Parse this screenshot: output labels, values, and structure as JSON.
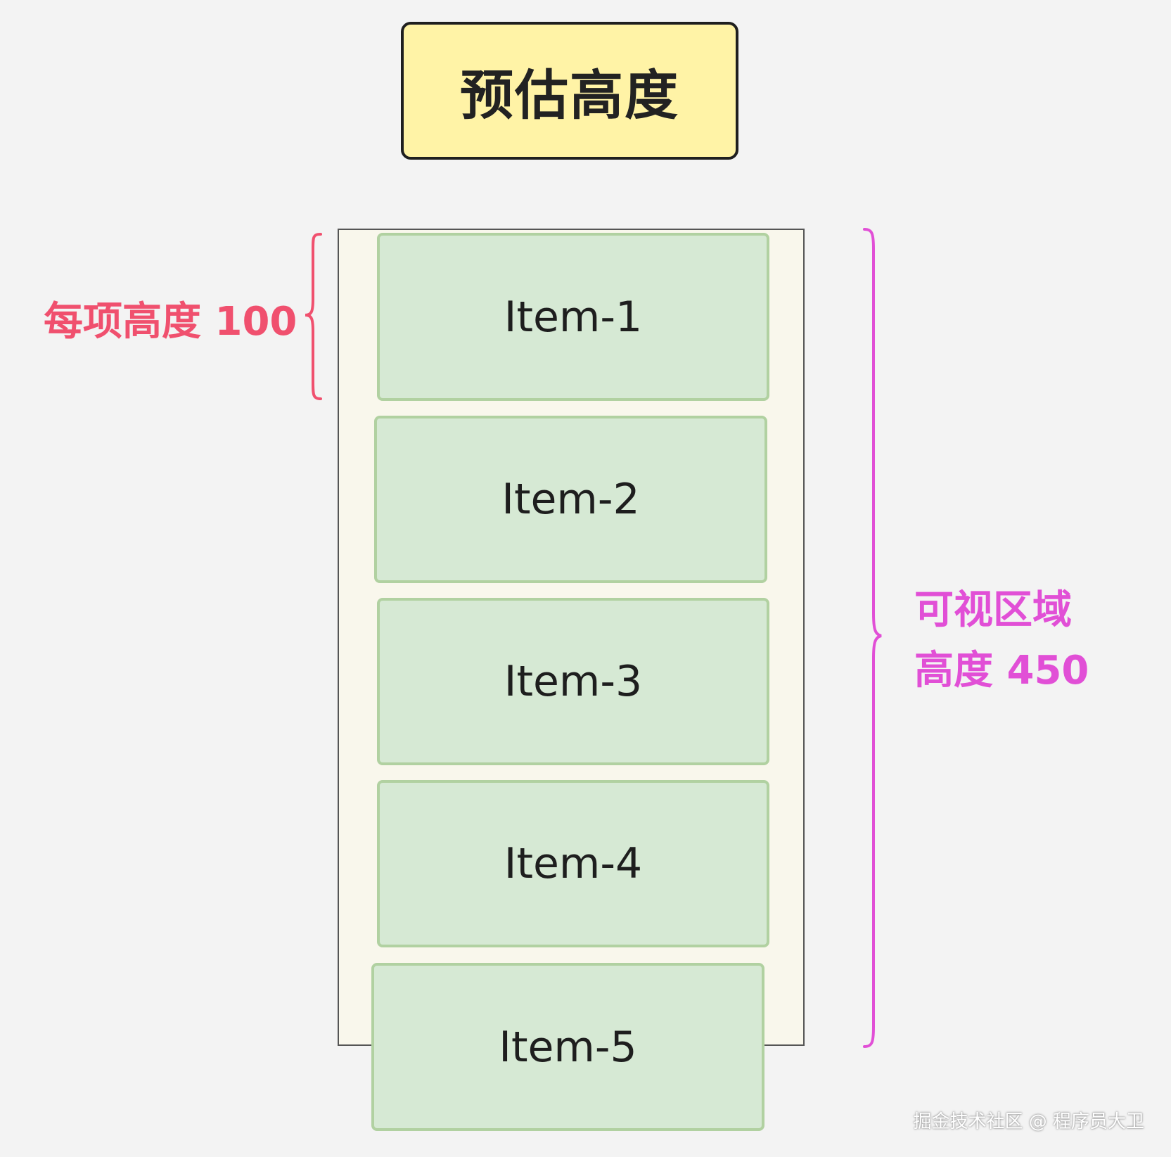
{
  "title": "预估高度",
  "items": [
    "Item-1",
    "Item-2",
    "Item-3",
    "Item-4",
    "Item-5"
  ],
  "left_annotation": "每项高度 100",
  "right_annotation": {
    "line1": "可视区域",
    "line2": "高度 450"
  },
  "watermark": "掘金技术社区 @ 程序员大卫",
  "colors": {
    "background": "#f3f3f3",
    "title_fill": "#fff3a6",
    "viewport_fill": "#f9f7ec",
    "item_fill": "#d6e9d4",
    "item_border": "#b1d1a1",
    "left_annotation": "#f0506e",
    "right_annotation": "#e14fd6"
  }
}
